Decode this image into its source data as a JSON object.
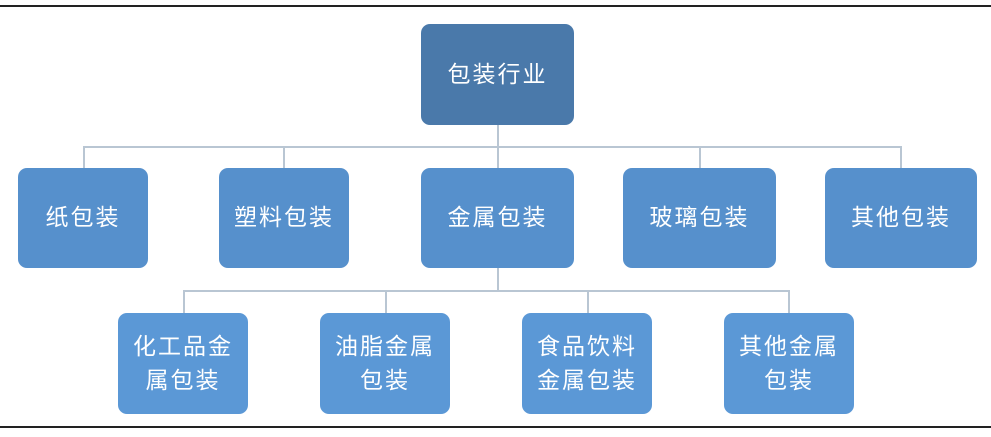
{
  "root": {
    "label": "包装行业"
  },
  "level2": [
    {
      "label": "纸包装"
    },
    {
      "label": "塑料包装"
    },
    {
      "label": "金属包装"
    },
    {
      "label": "玻璃包装"
    },
    {
      "label": "其他包装"
    }
  ],
  "level3": [
    {
      "label": "化工品金属包装"
    },
    {
      "label": "油脂金属包装"
    },
    {
      "label": "食品饮料金属包装"
    },
    {
      "label": "其他金属包装"
    }
  ],
  "colors": {
    "root": "#4a79aa",
    "level2": "#5690cc",
    "level3": "#5b98d6",
    "connector": "#b9c6d3"
  }
}
